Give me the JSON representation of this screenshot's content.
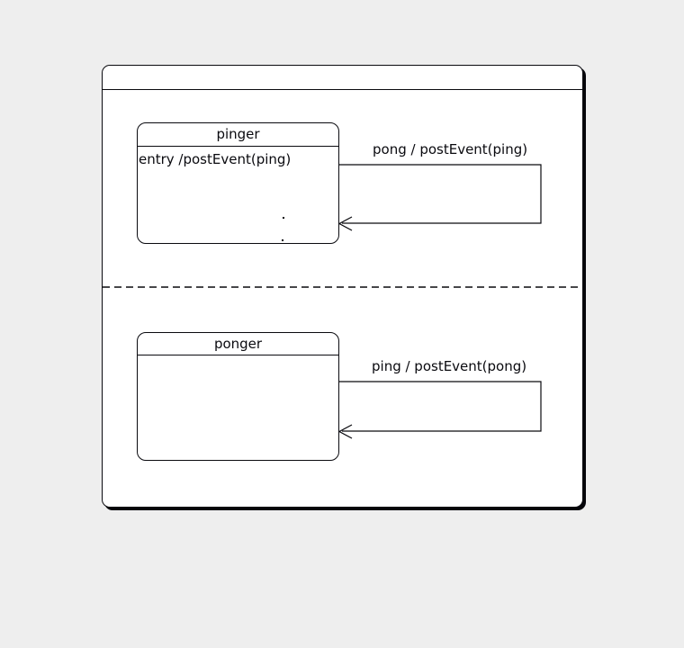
{
  "colors": {
    "page_background": "#eeeeee",
    "shape_fill": "#ffffff",
    "line": "#0a0a0f",
    "shadow": "#05050a"
  },
  "diagram": {
    "type": "uml-statechart",
    "composite_state": {
      "title": ""
    },
    "regions": [
      {
        "state": {
          "name": "pinger",
          "internal_behavior": "entry /postEvent(ping)",
          "ellipsis": "··"
        },
        "transition_label": "pong / postEvent(ping)"
      },
      {
        "state": {
          "name": "ponger",
          "internal_behavior": ""
        },
        "transition_label": "ping / postEvent(pong)"
      }
    ]
  }
}
